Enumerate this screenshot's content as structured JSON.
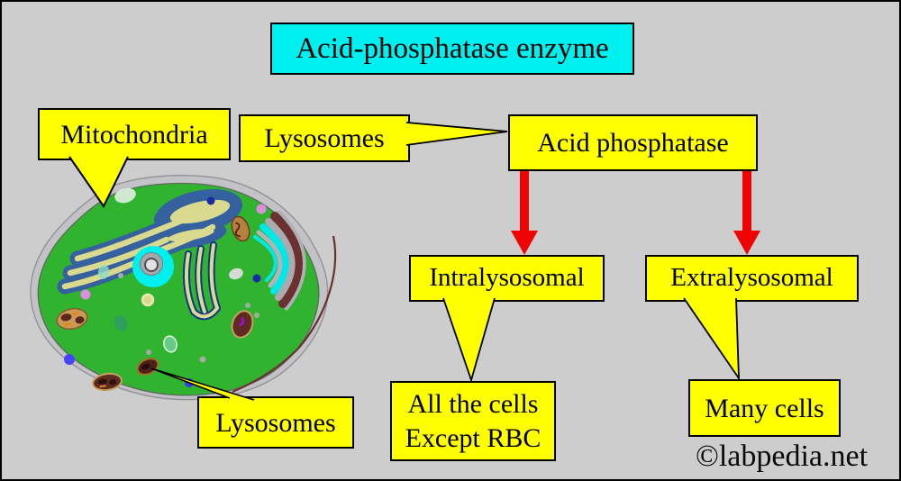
{
  "title": {
    "label": "Acid-phosphatase enzyme",
    "fill": "#00efef"
  },
  "cell_labels": {
    "mitochondria": "Mitochondria",
    "lysosomes": "Lysosomes",
    "lysosomes_pointer": "Lysosomes"
  },
  "flowchart": {
    "root": "Acid phosphatase",
    "branches": [
      {
        "node": "Intralysosomal",
        "result": [
          "All the cells",
          "Except RBC"
        ]
      },
      {
        "node": "Extralysosomal",
        "result": [
          "Many cells"
        ]
      }
    ]
  },
  "watermark": "©labpedia.net",
  "illustration": {
    "name": "animal-cell-diagram"
  },
  "colors": {
    "background": "#cdcdcd",
    "callout_fill": "#ffff00",
    "callout_border": "#000000",
    "title_fill": "#00efef",
    "arrow_red": "#ee0404",
    "cell_cytoplasm": "#30b430",
    "cell_membrane": "#c3c3c7",
    "nucleus_halo": "#00f0f0",
    "er_blue": "#36619f",
    "er_khaki": "#d9da8e",
    "stack_maroon": "#6b3030"
  }
}
